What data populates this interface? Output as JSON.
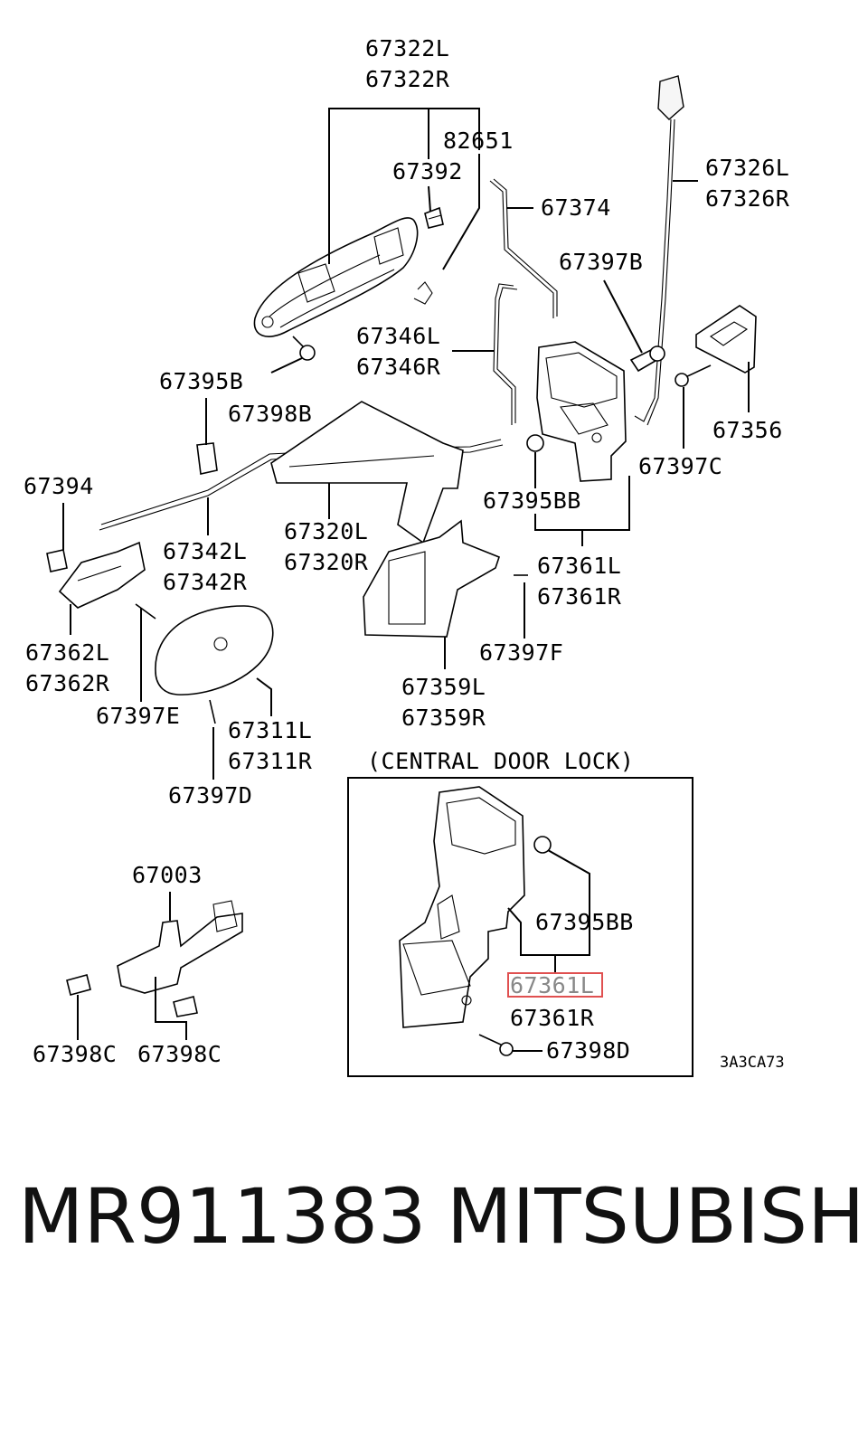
{
  "labels": {
    "p67322L": "67322L",
    "p67322R": "67322R",
    "p82651": "82651",
    "p67392": "67392",
    "p67374": "67374",
    "p67326L": "67326L",
    "p67326R": "67326R",
    "p67397B": "67397B",
    "p67346L": "67346L",
    "p67346R": "67346R",
    "p67395B": "67395B",
    "p67398B": "67398B",
    "p67356": "67356",
    "p67397C": "67397C",
    "p67394": "67394",
    "p67395BB_top": "67395BB",
    "p67342L": "67342L",
    "p67342R": "67342R",
    "p67320L": "67320L",
    "p67320R": "67320R",
    "p67361L_top": "67361L",
    "p67361R_top": "67361R",
    "p67362L": "67362L",
    "p67362R": "67362R",
    "p67397F": "67397F",
    "p67397E": "67397E",
    "p67359L": "67359L",
    "p67359R": "67359R",
    "p67311L": "67311L",
    "p67311R": "67311R",
    "p67397D": "67397D",
    "p67003": "67003",
    "p67395BB_box": "67395BB",
    "p67361L_box": "67361L",
    "p67361R_box": "67361R",
    "p67398D": "67398D",
    "p67398C_left": "67398C",
    "p67398C_right": "67398C"
  },
  "inset_title": "(CENTRAL DOOR LOCK)",
  "diagram_code": "3A3CA73",
  "footer": {
    "part_number": "MR911383",
    "brand": "MITSUBISHI"
  },
  "highlight": {
    "part": "67361L",
    "color": "#e05050"
  }
}
